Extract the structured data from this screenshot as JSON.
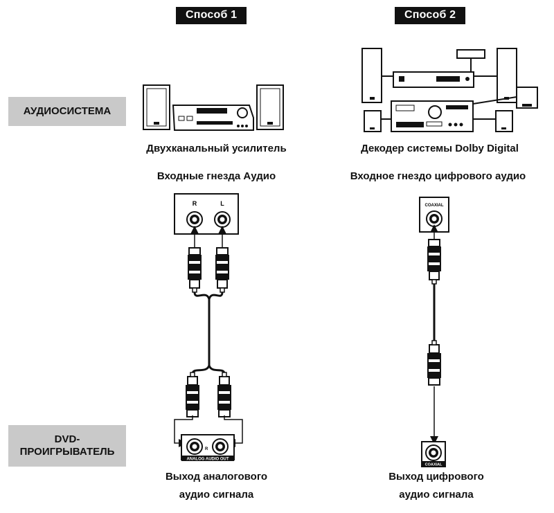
{
  "method1": {
    "tag": "Способ 1",
    "device_caption": "Двухканальный усилитель",
    "input_caption": "Входные гнезда Аудио",
    "jack_r": "R",
    "jack_l": "L",
    "output_panel_label": "ANALOG AUDIO OUT",
    "output_jack_r": "R",
    "output_caption_1": "Выход аналогового",
    "output_caption_2": "аудио сигнала"
  },
  "method2": {
    "tag": "Способ 2",
    "device_caption": "Декодер системы Dolby Digital",
    "input_caption": "Входное гнездо цифрового аудио",
    "input_jack_label": "COAXIAL",
    "output_jack_label": "COAXIAL",
    "output_caption_1": "Выход цифрового",
    "output_caption_2": "аудио сигнала"
  },
  "labels": {
    "audio_system": "АУДИОСИСТЕМА",
    "dvd_line1": "DVD-",
    "dvd_line2": "ПРОИГРЫВАТЕЛЬ"
  }
}
